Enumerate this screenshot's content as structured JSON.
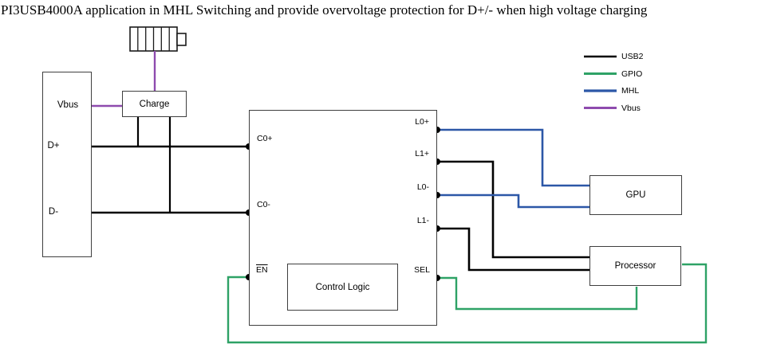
{
  "title": "PI3USB4000A application in MHL Switching and provide overvoltage protection for D+/- when high voltage charging",
  "colors": {
    "usb2": "#000000",
    "gpio": "#2EA266",
    "mhl": "#2C57A7",
    "vbus": "#8E4BAE",
    "dashed": "#333333"
  },
  "legend": {
    "items": [
      {
        "label": "USB2"
      },
      {
        "label": "GPIO"
      },
      {
        "label": "MHL"
      },
      {
        "label": "Vbus"
      }
    ]
  },
  "connector": {
    "pins": {
      "vbus": "Vbus",
      "dplus": "D+",
      "dminus": "D-"
    }
  },
  "charge": {
    "label": "Charge"
  },
  "switch": {
    "ports": {
      "c0_plus": "C0+",
      "c0_minus": "C0-",
      "l0_plus": "L0+",
      "l1_plus": "L1+",
      "l0_minus": "L0-",
      "l1_minus": "L1-",
      "en": "EN",
      "sel": "SEL"
    },
    "control_logic_label": "Control Logic"
  },
  "gpu": {
    "label": "GPU"
  },
  "processor": {
    "label": "Processor"
  }
}
